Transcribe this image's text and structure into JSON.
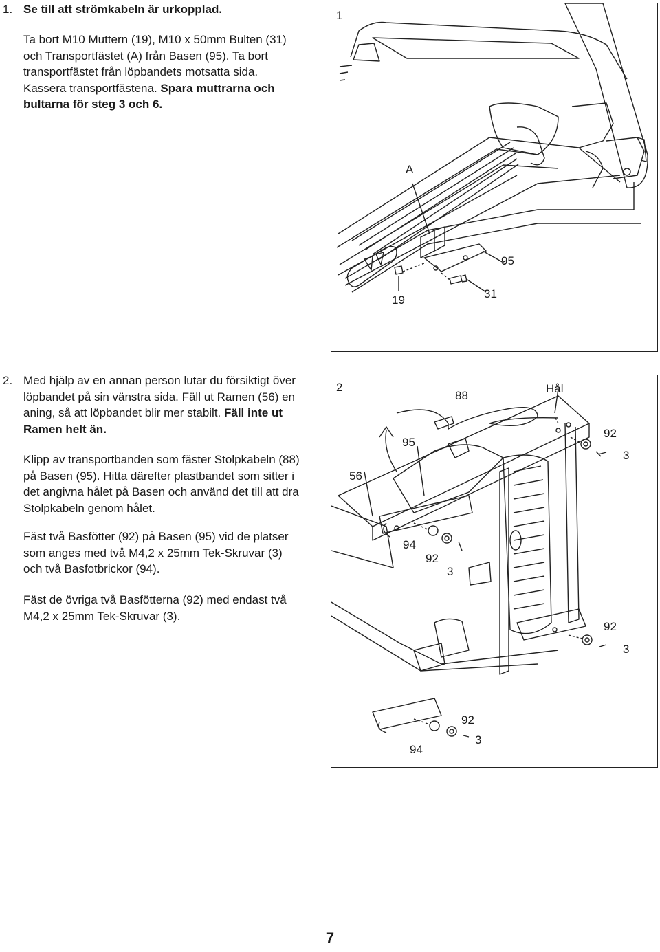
{
  "step1": {
    "number": "1.",
    "heading": "Se till att strömkabeln är urkopplad.",
    "para_normal": "Ta bort M10 Muttern (19), M10 x 50mm Bulten (31) och Transportfästet (A) från Basen (95). Ta bort transportfästet från löpbandets motsatta sida. Kassera transportfästena. ",
    "para_bold": "Spara muttrarna och bultarna för steg 3 och 6."
  },
  "step2": {
    "number": "2.",
    "p1_normal": "Med hjälp av en annan person lutar du försiktigt över löpbandet på sin vänstra sida. Fäll ut Ramen (56) en aning, så att löpbandet blir mer stabilt. ",
    "p1_bold": "Fäll inte ut Ramen helt än.",
    "p2_normal": "Klipp av transportbanden som fäster Stolpkabeln (88) på Basen (95). Hitta därefter plastbandet som sitter i det angivna hålet på Basen och använd det till att dra Stolpkabeln genom hålet.",
    "p3_normal": "Fäst två Basfötter (92) på Basen (95) vid de platser som anges med två M4,2 x 25mm Tek-Skruvar (3) och två Basfotbrickor (94).",
    "p4_normal": "Fäst de övriga två Basfötterna (92) med endast två M4,2 x 25mm Tek-Skruvar (3)."
  },
  "figure1": {
    "number": "1",
    "callouts": {
      "A": "A",
      "n95": "95",
      "n19": "19",
      "n31": "31"
    }
  },
  "figure2": {
    "number": "2",
    "callouts": {
      "n88": "88",
      "hal": "Hål",
      "n92a": "92",
      "n3a": "3",
      "n95": "95",
      "n56": "56",
      "n94a": "94",
      "n92b": "92",
      "n3b": "3",
      "n92c": "92",
      "n3c": "3",
      "n92d": "92",
      "n3d": "3",
      "n94b": "94"
    }
  },
  "page_number": "7"
}
